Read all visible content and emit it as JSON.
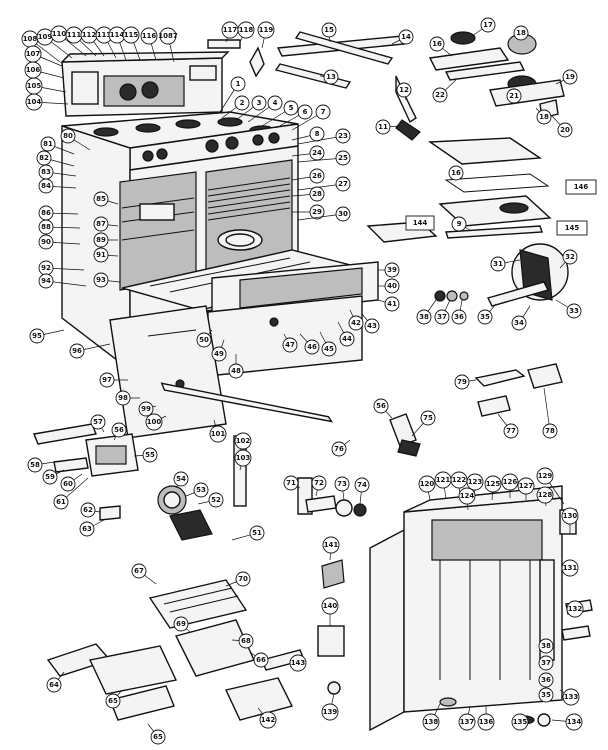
{
  "diagram": {
    "callouts": [
      {
        "id": "c108",
        "label": "108"
      },
      {
        "id": "c109",
        "label": "109"
      },
      {
        "id": "c110",
        "label": "110"
      },
      {
        "id": "c111",
        "label": "111"
      },
      {
        "id": "c112",
        "label": "112"
      },
      {
        "id": "c113",
        "label": "113"
      },
      {
        "id": "c114",
        "label": "114"
      },
      {
        "id": "c115",
        "label": "115"
      },
      {
        "id": "c116",
        "label": "116"
      },
      {
        "id": "c1087",
        "label": "1087"
      },
      {
        "id": "c107",
        "label": "107"
      },
      {
        "id": "c106",
        "label": "106"
      },
      {
        "id": "c105",
        "label": "105"
      },
      {
        "id": "c104",
        "label": "104"
      },
      {
        "id": "c117",
        "label": "117"
      },
      {
        "id": "c118",
        "label": "118"
      },
      {
        "id": "c119",
        "label": "119"
      },
      {
        "id": "c15",
        "label": "15"
      },
      {
        "id": "c14",
        "label": "14"
      },
      {
        "id": "c13",
        "label": "13"
      },
      {
        "id": "c12",
        "label": "12"
      },
      {
        "id": "c11",
        "label": "11"
      },
      {
        "id": "c17",
        "label": "17"
      },
      {
        "id": "c16",
        "label": "16"
      },
      {
        "id": "c18",
        "label": "18"
      },
      {
        "id": "c19",
        "label": "19"
      },
      {
        "id": "c22",
        "label": "22"
      },
      {
        "id": "c21",
        "label": "21"
      },
      {
        "id": "c20",
        "label": "20"
      },
      {
        "id": "c18b",
        "label": "18"
      },
      {
        "id": "c1",
        "label": "1"
      },
      {
        "id": "c2",
        "label": "2"
      },
      {
        "id": "c3",
        "label": "3"
      },
      {
        "id": "c4",
        "label": "4"
      },
      {
        "id": "c5",
        "label": "5"
      },
      {
        "id": "c6",
        "label": "6"
      },
      {
        "id": "c7",
        "label": "7"
      },
      {
        "id": "c8",
        "label": "8"
      },
      {
        "id": "c23",
        "label": "23"
      },
      {
        "id": "c24",
        "label": "24"
      },
      {
        "id": "c25",
        "label": "25"
      },
      {
        "id": "c26",
        "label": "26"
      },
      {
        "id": "c27",
        "label": "27"
      },
      {
        "id": "c28",
        "label": "28"
      },
      {
        "id": "c29",
        "label": "29"
      },
      {
        "id": "c30",
        "label": "30"
      },
      {
        "id": "c80",
        "label": "80"
      },
      {
        "id": "c81",
        "label": "81"
      },
      {
        "id": "c82",
        "label": "82"
      },
      {
        "id": "c83",
        "label": "83"
      },
      {
        "id": "c84",
        "label": "84"
      },
      {
        "id": "c85",
        "label": "85"
      },
      {
        "id": "c86",
        "label": "86"
      },
      {
        "id": "c87",
        "label": "87"
      },
      {
        "id": "c88",
        "label": "88"
      },
      {
        "id": "c89",
        "label": "89"
      },
      {
        "id": "c90",
        "label": "90"
      },
      {
        "id": "c91",
        "label": "91"
      },
      {
        "id": "c92",
        "label": "92"
      },
      {
        "id": "c93",
        "label": "93"
      },
      {
        "id": "c94",
        "label": "94"
      },
      {
        "id": "c16b",
        "label": "16"
      },
      {
        "id": "c9",
        "label": "9"
      },
      {
        "id": "c31",
        "label": "31"
      },
      {
        "id": "c32",
        "label": "32"
      },
      {
        "id": "c33",
        "label": "33"
      },
      {
        "id": "c34",
        "label": "34"
      },
      {
        "id": "c35",
        "label": "35"
      },
      {
        "id": "c36",
        "label": "36"
      },
      {
        "id": "c37",
        "label": "37"
      },
      {
        "id": "c38",
        "label": "38"
      },
      {
        "id": "c39",
        "label": "39"
      },
      {
        "id": "c40",
        "label": "40"
      },
      {
        "id": "c41",
        "label": "41"
      },
      {
        "id": "c42",
        "label": "42"
      },
      {
        "id": "c43",
        "label": "43"
      },
      {
        "id": "c44",
        "label": "44"
      },
      {
        "id": "c45",
        "label": "45"
      },
      {
        "id": "c46",
        "label": "46"
      },
      {
        "id": "c47",
        "label": "47"
      },
      {
        "id": "c48",
        "label": "48"
      },
      {
        "id": "c49",
        "label": "49"
      },
      {
        "id": "c50",
        "label": "50"
      },
      {
        "id": "c95",
        "label": "95"
      },
      {
        "id": "c96",
        "label": "96"
      },
      {
        "id": "c97",
        "label": "97"
      },
      {
        "id": "c98",
        "label": "98"
      },
      {
        "id": "c99",
        "label": "99"
      },
      {
        "id": "c100",
        "label": "100"
      },
      {
        "id": "c101",
        "label": "101"
      },
      {
        "id": "c79",
        "label": "79"
      },
      {
        "id": "c77",
        "label": "77"
      },
      {
        "id": "c78",
        "label": "78"
      },
      {
        "id": "c76",
        "label": "76"
      },
      {
        "id": "c56",
        "label": "56"
      },
      {
        "id": "c75",
        "label": "75"
      },
      {
        "id": "c57",
        "label": "57"
      },
      {
        "id": "c56b",
        "label": "56"
      },
      {
        "id": "c55",
        "label": "55"
      },
      {
        "id": "c58",
        "label": "58"
      },
      {
        "id": "c59",
        "label": "59"
      },
      {
        "id": "c60",
        "label": "60"
      },
      {
        "id": "c61",
        "label": "61"
      },
      {
        "id": "c62",
        "label": "62"
      },
      {
        "id": "c63",
        "label": "63"
      },
      {
        "id": "c54",
        "label": "54"
      },
      {
        "id": "c53",
        "label": "53"
      },
      {
        "id": "c52",
        "label": "52"
      },
      {
        "id": "c51",
        "label": "51"
      },
      {
        "id": "c102",
        "label": "102"
      },
      {
        "id": "c103",
        "label": "103"
      },
      {
        "id": "c71",
        "label": "71"
      },
      {
        "id": "c72",
        "label": "72"
      },
      {
        "id": "c73",
        "label": "73"
      },
      {
        "id": "c74",
        "label": "74"
      },
      {
        "id": "c120",
        "label": "120"
      },
      {
        "id": "c121",
        "label": "121"
      },
      {
        "id": "c122",
        "label": "122"
      },
      {
        "id": "c123",
        "label": "123"
      },
      {
        "id": "c124",
        "label": "124"
      },
      {
        "id": "c125",
        "label": "125"
      },
      {
        "id": "c126",
        "label": "126"
      },
      {
        "id": "c127",
        "label": "127"
      },
      {
        "id": "c128",
        "label": "128"
      },
      {
        "id": "c129",
        "label": "129"
      },
      {
        "id": "c130",
        "label": "130"
      },
      {
        "id": "c131",
        "label": "131"
      },
      {
        "id": "c132",
        "label": "132"
      },
      {
        "id": "c133",
        "label": "133"
      },
      {
        "id": "c134",
        "label": "134"
      },
      {
        "id": "c135",
        "label": "135"
      },
      {
        "id": "c136",
        "label": "136"
      },
      {
        "id": "c137",
        "label": "137"
      },
      {
        "id": "c138",
        "label": "138"
      },
      {
        "id": "c141",
        "label": "141"
      },
      {
        "id": "c140",
        "label": "140"
      },
      {
        "id": "c139",
        "label": "139"
      },
      {
        "id": "c143",
        "label": "143"
      },
      {
        "id": "c142",
        "label": "142"
      },
      {
        "id": "c67",
        "label": "67"
      },
      {
        "id": "c70",
        "label": "70"
      },
      {
        "id": "c69",
        "label": "69"
      },
      {
        "id": "c68",
        "label": "68"
      },
      {
        "id": "c66",
        "label": "66"
      },
      {
        "id": "c64",
        "label": "64"
      },
      {
        "id": "c65",
        "label": "65"
      },
      {
        "id": "c65b",
        "label": "65"
      },
      {
        "id": "c38b",
        "label": "38"
      },
      {
        "id": "c37b",
        "label": "37"
      },
      {
        "id": "c36b",
        "label": "36"
      },
      {
        "id": "c35b",
        "label": "35"
      }
    ],
    "boxed_labels": [
      {
        "id": "b146",
        "label": "146"
      },
      {
        "id": "b145",
        "label": "145"
      },
      {
        "id": "b144",
        "label": "144"
      }
    ]
  }
}
